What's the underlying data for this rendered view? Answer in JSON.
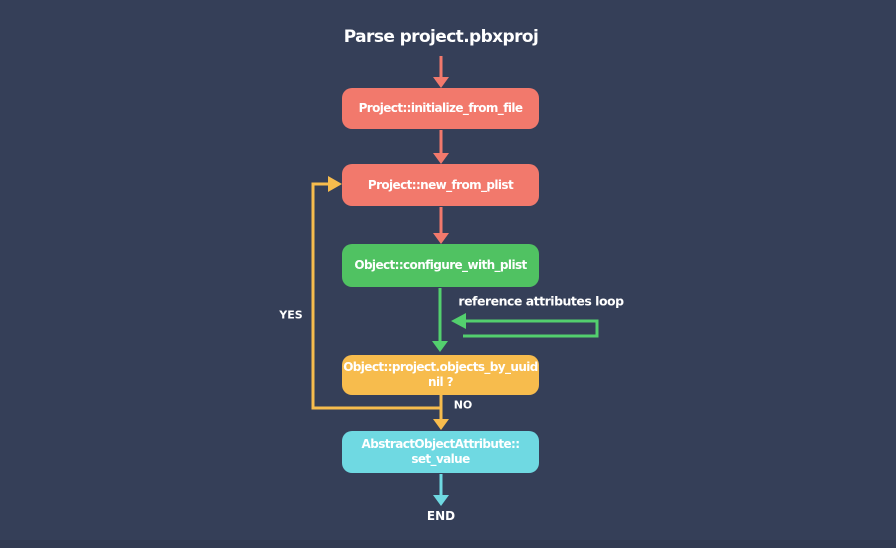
{
  "title": "Parse project.pbxproj",
  "colors": {
    "background": "#353F58",
    "bottom_strip": "#323B52",
    "salmon": "#F2796C",
    "green": "#50C262",
    "green_arrow": "#53CF6E",
    "yellow": "#F7BC4D",
    "cyan": "#6FD9E2",
    "text": "#FFFFFF"
  },
  "nodes": [
    {
      "id": "project-initialize-from-file",
      "lines": [
        "Project::initialize_from_file"
      ]
    },
    {
      "id": "project-new-from-plist",
      "lines": [
        "Project::new_from_plist"
      ]
    },
    {
      "id": "object-configure-with-plist",
      "lines": [
        "Object::configure_with_plist"
      ]
    },
    {
      "id": "objects-by-uuid-nil",
      "lines": [
        "Object::project.objects_by_uuid",
        "nil ?"
      ]
    },
    {
      "id": "abstract-object-attribute-set-value",
      "lines": [
        "AbstractObjectAttribute::",
        "set_value"
      ]
    }
  ],
  "labels": {
    "yes": "YES",
    "no": "NO",
    "end": "END",
    "loop": "reference attributes loop"
  }
}
